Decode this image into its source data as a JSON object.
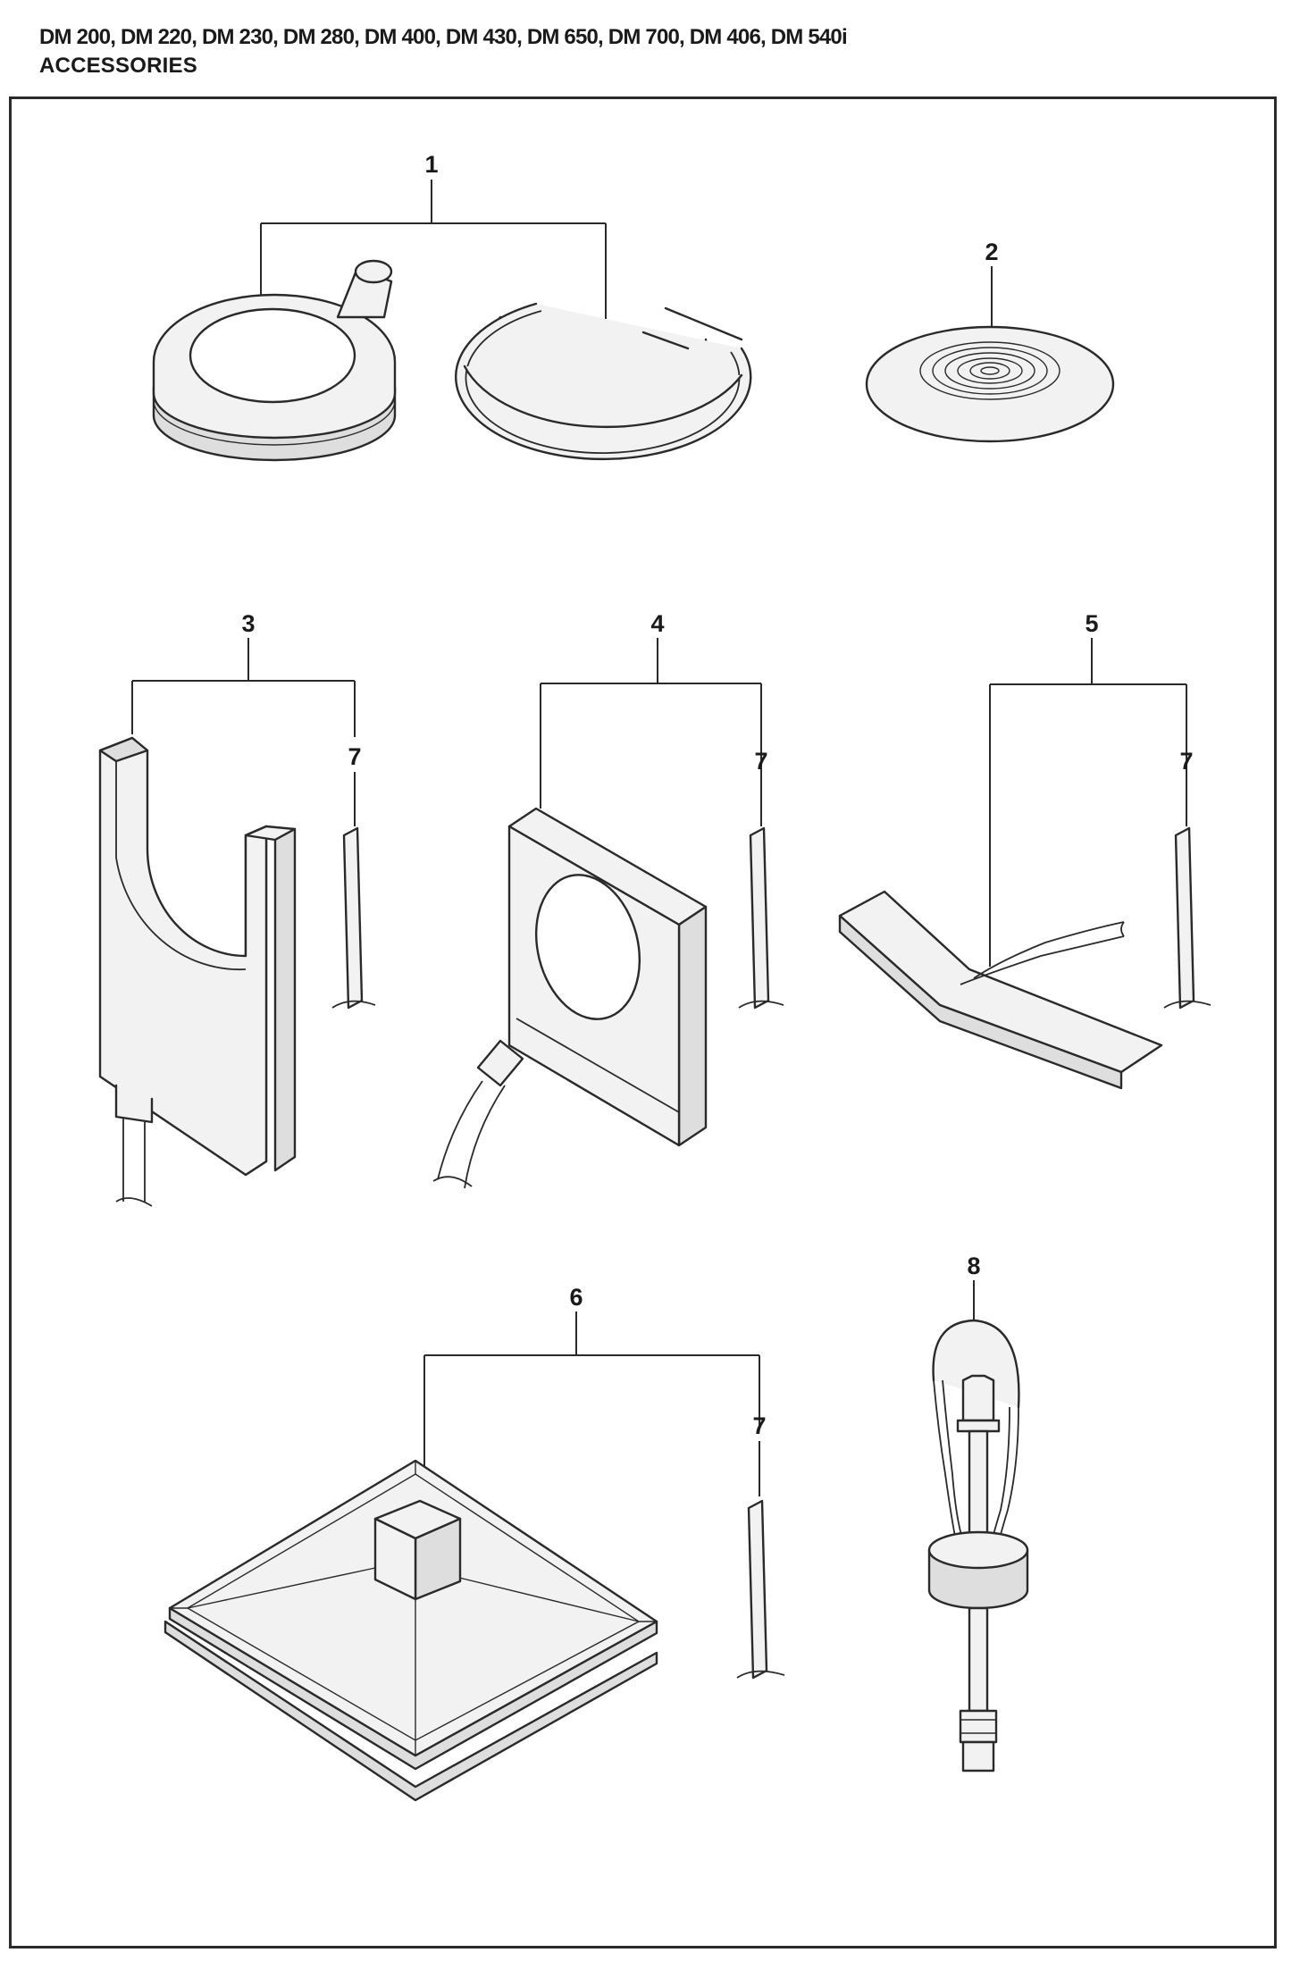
{
  "header": {
    "models": "DM 200, DM 220, DM 230, DM 280, DM 400, DM 430, DM 650, DM 700, DM 406, DM 540i",
    "section": "ACCESSORIES"
  },
  "callouts": {
    "c1": "1",
    "c2": "2",
    "c3": "3",
    "c4": "4",
    "c5": "5",
    "c6": "6",
    "c7a": "7",
    "c7b": "7",
    "c7c": "7",
    "c7d": "7",
    "c8": "8"
  }
}
